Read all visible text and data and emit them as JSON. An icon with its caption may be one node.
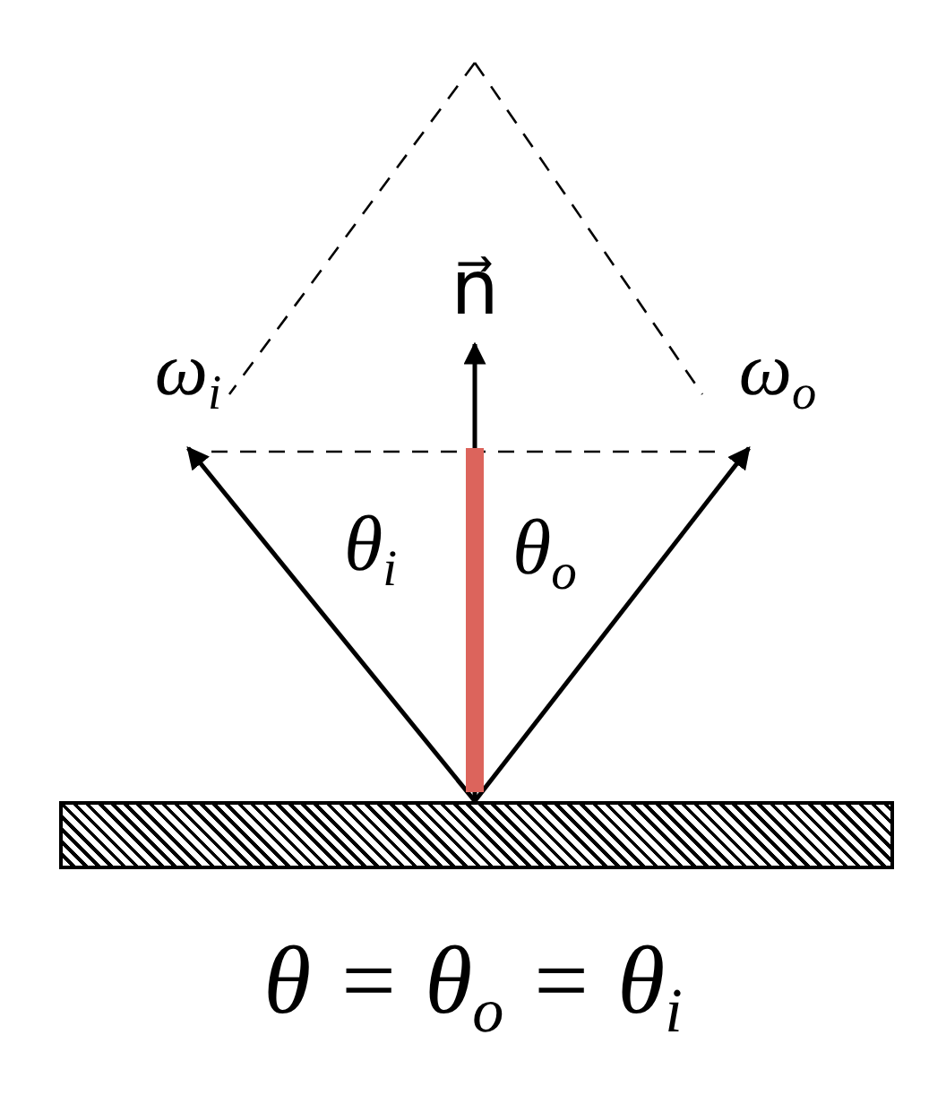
{
  "diagram": {
    "caption": "θ = θ$_{o}$ = θ$_{i}$",
    "nodes": [
      {
        "text": [],
        "shape": "box"
      },
      {
        "text": [
          "ω$_{i}$"
        ]
      },
      {
        "text": [
          "ω$_{o}$"
        ]
      },
      {
        "text": [
          "n⃗"
        ]
      }
    ],
    "edges": [
      {
        "from": 0,
        "to": 1,
        "arrow": "to"
      },
      {
        "from": 0,
        "to": 2,
        "arrow": "to"
      },
      {
        "from": 0,
        "to": 3,
        "arrow": "to"
      }
    ],
    "labels": [
      "θ$_{i}$",
      "θ$_{o}$"
    ]
  }
}
